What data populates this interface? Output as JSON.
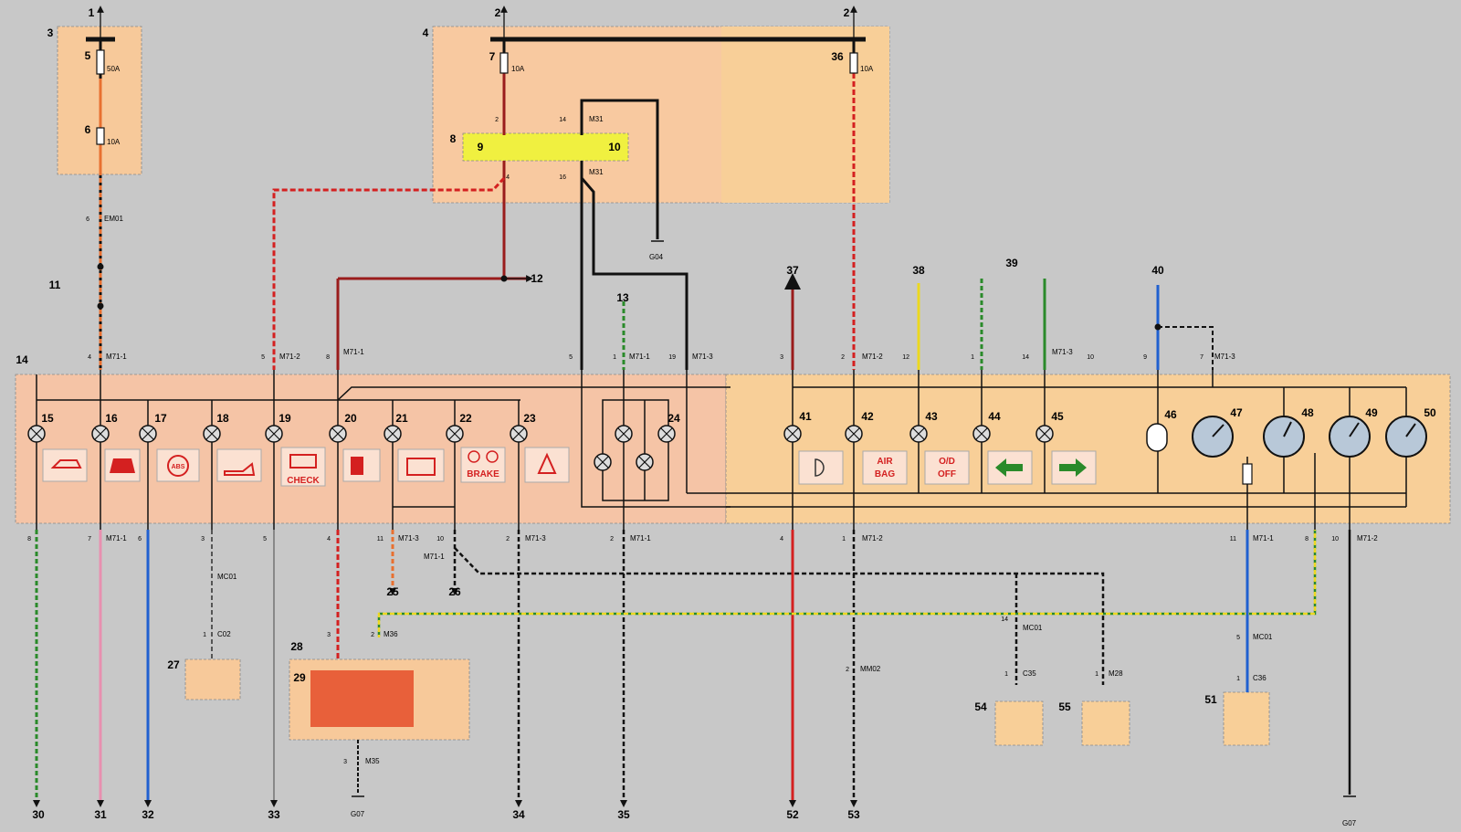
{
  "numbers": [
    "1",
    "2",
    "2",
    "3",
    "4",
    "5",
    "6",
    "7",
    "8",
    "9",
    "10",
    "11",
    "12",
    "13",
    "14",
    "15",
    "16",
    "17",
    "18",
    "19",
    "20",
    "21",
    "22",
    "23",
    "24",
    "25",
    "26",
    "27",
    "28",
    "29",
    "30",
    "31",
    "32",
    "33",
    "34",
    "35",
    "36",
    "37",
    "38",
    "39",
    "40",
    "41",
    "42",
    "43",
    "44",
    "45",
    "46",
    "47",
    "48",
    "49",
    "50",
    "51",
    "52",
    "53",
    "54",
    "55"
  ],
  "fuse_ratings": {
    "f5": "50A",
    "f6": "10A",
    "f7": "10A",
    "f36": "10A"
  },
  "connectors": {
    "em01": "EM01",
    "m31a": "M31",
    "m31b": "M31",
    "g04": "G04",
    "m71_1a": "M71-1",
    "m71_2a": "M71-2",
    "m71_1b": "M71-1",
    "m71_1c": "M71-1",
    "m71_3a": "M71-3",
    "m71_2b": "M71-2",
    "m71_3b": "M71-3",
    "m71_3c": "M71-3",
    "m71_1d": "M71-1",
    "m71_3d": "M71-3",
    "m71_1e": "M71-1",
    "m71_3e": "M71-3",
    "m71_1f": "M71-1",
    "m71_1g": "M71-1",
    "m71_2c": "M71-2",
    "m71_2d": "M71-2",
    "mc01a": "MC01",
    "c02": "C02",
    "m36": "M36",
    "m35": "M35",
    "g07a": "G07",
    "mm02": "MM02",
    "mc01b": "MC01",
    "c35": "C35",
    "m28": "M28",
    "mc01c": "MC01",
    "c36": "C36",
    "g07b": "G07"
  },
  "pins": [
    "6",
    "4",
    "5",
    "8",
    "5",
    "1",
    "19",
    "3",
    "2",
    "12",
    "1",
    "14",
    "10",
    "9",
    "7",
    "2",
    "14",
    "4",
    "16",
    "8",
    "7",
    "6",
    "3",
    "5",
    "4",
    "11",
    "10",
    "2",
    "2",
    "4",
    "1",
    "11",
    "8",
    "10",
    "14",
    "1",
    "1",
    "2",
    "1",
    "3",
    "5",
    "1",
    "2",
    "3"
  ],
  "icons": {
    "check": "CHECK",
    "brake": "BRAKE",
    "abs": "ABS",
    "airbag1": "AIR",
    "airbag2": "BAG",
    "od1": "O/D",
    "od2": "OFF"
  },
  "colors": {
    "bg": "#c8c8c8",
    "fuse_box": "#f7c99a",
    "panel_left": "#f5c4a6",
    "panel_right": "#f8cf98",
    "relay": "#f0f040",
    "red": "#d42020",
    "dkred": "#9a1c1c",
    "black": "#111111",
    "green": "#2a8a2a",
    "blue": "#2060d0",
    "pink": "#e890b0",
    "yellow": "#ecd820",
    "orange": "#e87030"
  }
}
